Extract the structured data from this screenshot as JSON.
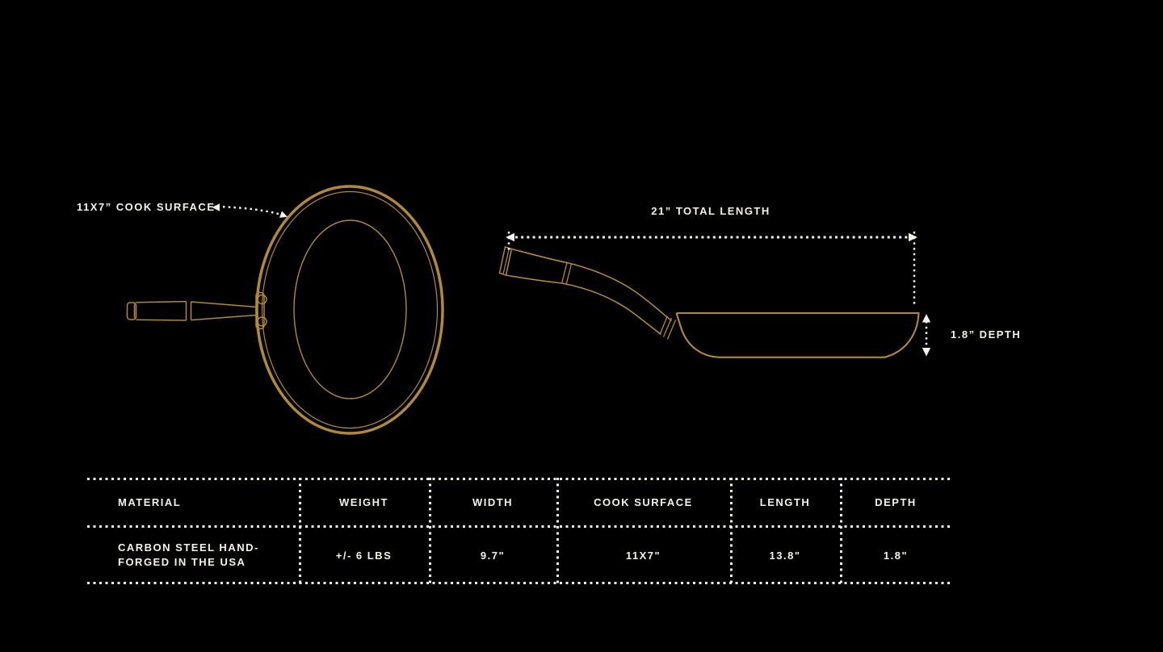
{
  "colors": {
    "background": "#000000",
    "drawing_gold": "#B1883C",
    "annotation_white": "#F5F2E9"
  },
  "annotations": {
    "cook_surface": "11X7” COOK SURFACE",
    "total_length": "21” TOTAL LENGTH",
    "depth": "1.8” DEPTH"
  },
  "spec_table": {
    "headers": [
      "MATERIAL",
      "WEIGHT",
      "WIDTH",
      "COOK SURFACE",
      "LENGTH",
      "DEPTH"
    ],
    "values": [
      "CARBON STEEL HAND-FORGED IN THE USA",
      "+/- 6 LBS",
      "9.7\"",
      "11X7\"",
      "13.8\"",
      "1.8\""
    ]
  }
}
